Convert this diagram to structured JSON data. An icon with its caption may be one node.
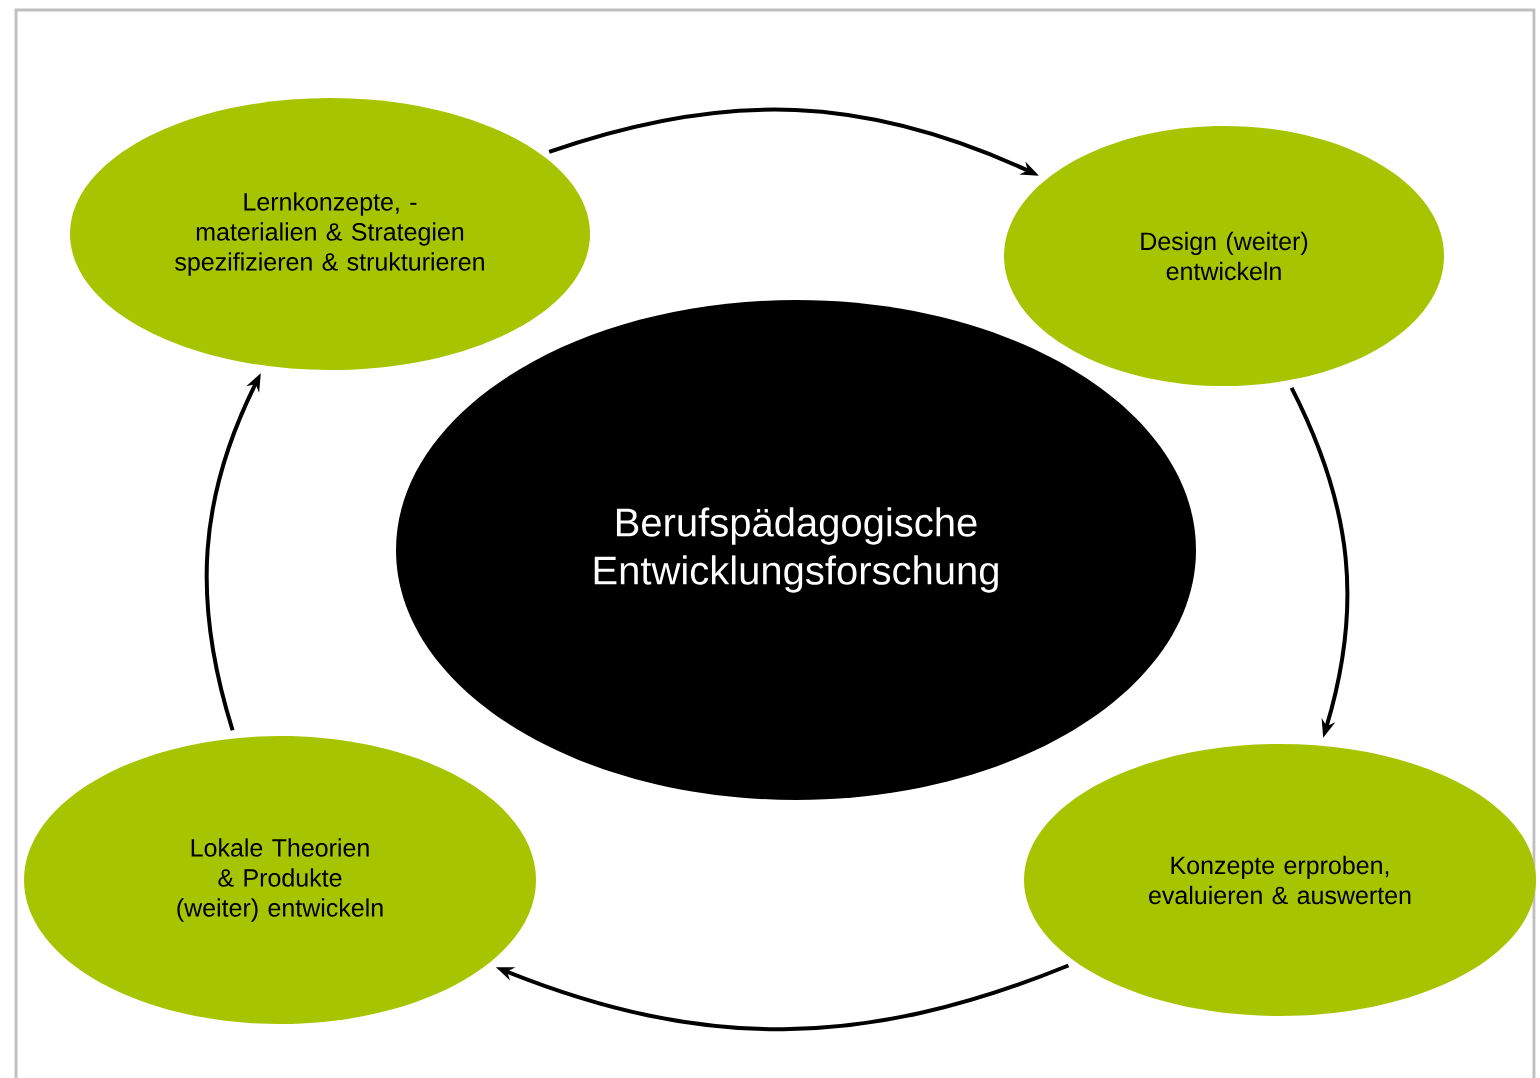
{
  "diagram": {
    "nodes": [
      {
        "text": [
          "Lernkonzepte, -materialien & Strategien spezifizieren & strukturieren"
        ]
      },
      {
        "text": [
          "Design (weiter) entwickeln"
        ]
      },
      {
        "text": [
          "Berufspädagogische Entwicklungsforschung"
        ]
      },
      {
        "text": [
          "Konzepte erproben, evaluieren & auswerten"
        ]
      },
      {
        "text": [
          "Lokale Theorien & Produkte (weiter) entwickeln"
        ]
      }
    ],
    "edges": [
      {
        "from": 0,
        "to": 1,
        "arrow": "to"
      },
      {
        "from": 1,
        "to": 3,
        "arrow": "to"
      },
      {
        "from": 3,
        "to": 4,
        "arrow": "to"
      },
      {
        "from": 4,
        "to": 0,
        "arrow": "to"
      }
    ]
  }
}
